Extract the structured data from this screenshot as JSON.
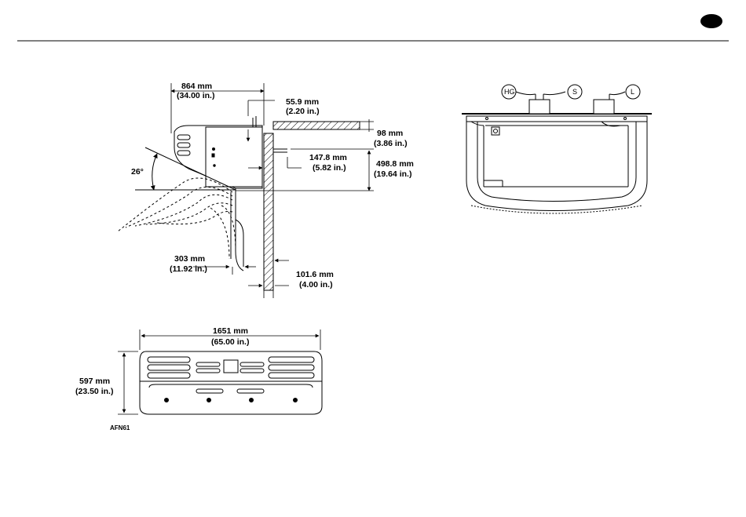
{
  "header": {
    "page_marker": "page-marker-dot"
  },
  "side_view": {
    "length_top": "864 mm",
    "length_top_in": "(34.00 in.)",
    "offset_top": "55.9 mm",
    "offset_top_in": "(2.20 in.)",
    "rail_height": "98 mm",
    "rail_height_in": "(3.86 in.)",
    "inlet_depth": "147.8 mm",
    "inlet_depth_in": "(5.82 in.)",
    "height_total": "498.8 mm",
    "height_total_in": "(19.64 in.)",
    "angle": "26°",
    "duct_width": "303 mm",
    "duct_width_in": "(11.92 in.)",
    "wall_thickness": "101.6 mm",
    "wall_thickness_in": "(4.00 in.)"
  },
  "front_view": {
    "width": "1651 mm",
    "width_in": "(65.00 in.)",
    "height": "597 mm",
    "height_in": "(23.50 in.)",
    "figure_code": "AFN61"
  },
  "top_view": {
    "port_hg": "HG",
    "port_s": "S",
    "port_l": "L"
  }
}
